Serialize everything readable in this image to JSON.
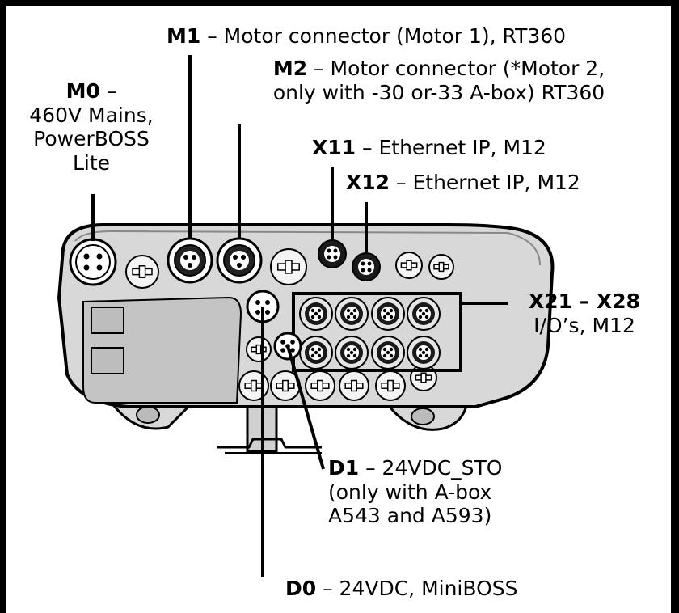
{
  "labels": {
    "m0": {
      "id": "M0",
      "rest": " –",
      "lines": [
        "460V Mains,",
        "PowerBOSS",
        "Lite"
      ]
    },
    "m1": {
      "id": "M1",
      "rest": " – Motor connector (Motor 1), RT360"
    },
    "m2": {
      "id": "M2",
      "rest": " – Motor connector (*Motor 2,",
      "line2": "only with -30 or-33 A-box) RT360"
    },
    "x11": {
      "id": "X11",
      "rest": " – Ethernet IP, M12"
    },
    "x12": {
      "id": "X12",
      "rest": " – Ethernet IP, M12"
    },
    "x21": {
      "id": "X21 – X28",
      "line2": "I/O’s, M12"
    },
    "d1": {
      "id": "D1",
      "rest": " – 24VDC_STO",
      "line2": "(only with A-box",
      "line3": "A543 and A593)"
    },
    "d0": {
      "id": "D0",
      "rest": " – 24VDC, MiniBOSS"
    }
  },
  "colors": {
    "housing": "#d8d8d8",
    "housing_dark": "#b5b5b5",
    "outline": "#000000",
    "frame": "#000000",
    "background": "#ffffff"
  }
}
